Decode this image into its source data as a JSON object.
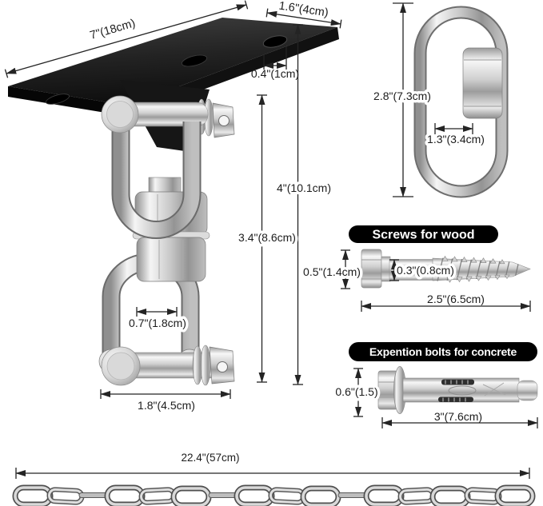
{
  "colors": {
    "background": "#ffffff",
    "line": "#242424",
    "plate": "#1b1b1b",
    "metal_light": "#f5f5f5",
    "metal_mid": "#c6c6c6",
    "metal_dark": "#8f8f8f",
    "label_pill": "#000000",
    "label_text": "#ffffff"
  },
  "swivel_mount": {
    "plate_length": "7\"(18cm)",
    "plate_width": "1.6\"(4cm)",
    "hole_diameter": "0.4\"(1cm)",
    "total_height": "4\"(10.1cm)",
    "swivel_height": "3.4\"(8.6cm)",
    "shackle_inner_width": "0.7\"(1.8cm)",
    "shackle_outer_width": "1.8\"(4.5cm)"
  },
  "quick_link": {
    "height": "2.8\"(7.3cm)",
    "inner_width": "1.3\"(3.4cm)"
  },
  "wood_screw": {
    "title": "Screws for wood",
    "head_height": "0.5\"(1.4cm)",
    "shaft_diameter": "0.3\"(0.8cm)",
    "length": "2.5\"(6.5cm)"
  },
  "concrete_bolt": {
    "title": "Expention bolts for concrete",
    "diameter": "0.6\"(1.5)",
    "length": "3\"(7.6cm)"
  },
  "chain": {
    "length": "22.4\"(57cm)"
  }
}
